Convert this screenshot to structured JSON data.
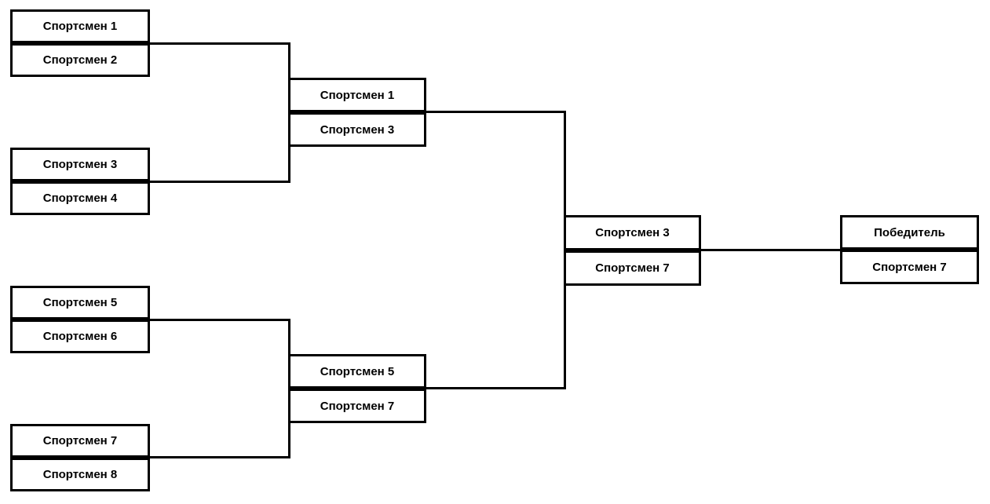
{
  "colors": {
    "background": "#ffffff",
    "box_fill": "#ffffff",
    "box_border": "#000000",
    "connector_line": "#000000",
    "text": "#000000"
  },
  "bracket": {
    "round1": {
      "match1": {
        "top": "Спортсмен 1",
        "bottom": "Спортсмен 2"
      },
      "match2": {
        "top": "Спортсмен 3",
        "bottom": "Спортсмен 4"
      },
      "match3": {
        "top": "Спортсмен 5",
        "bottom": "Спортсмен 6"
      },
      "match4": {
        "top": "Спортсмен 7",
        "bottom": "Спортсмен 8"
      }
    },
    "semifinals": {
      "match1": {
        "top": "Спортсмен 1",
        "bottom": "Спортсмен 3"
      },
      "match2": {
        "top": "Спортсмен 5",
        "bottom": "Спортсмен 7"
      }
    },
    "final": {
      "top": "Спортсмен 3",
      "bottom": "Спортсмен 7"
    },
    "result": {
      "label": "Победитель",
      "winner": "Спортсмен 7"
    }
  }
}
